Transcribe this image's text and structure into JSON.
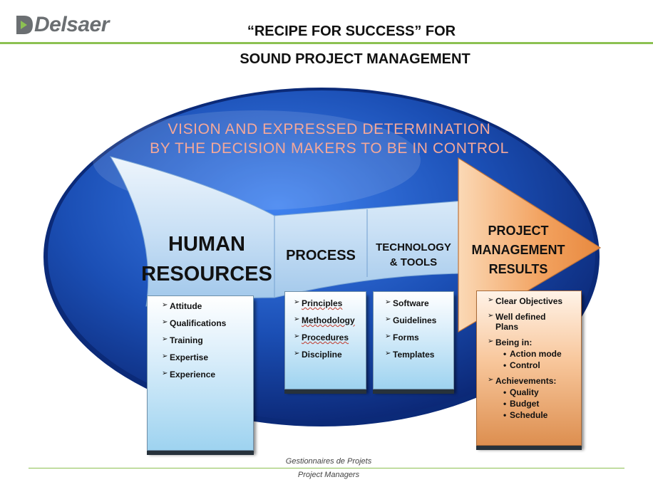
{
  "header": {
    "logo_text": "Delsaer",
    "title_line1": "“RECIPE FOR SUCCESS” FOR",
    "title_line2": "SOUND PROJECT MANAGEMENT"
  },
  "diagram": {
    "vision_line1": "VISION AND EXPRESSED DETERMINATION",
    "vision_line2": "BY THE DECISION MAKERS TO BE IN CONTROL",
    "segments": {
      "human_line1": "HUMAN",
      "human_line2": "RESOURCES",
      "process": "PROCESS",
      "tech_line1": "TECHNOLOGY",
      "tech_line2": "& TOOLS",
      "results_line1": "PROJECT",
      "results_line2": "MANAGEMENT",
      "results_line3": "RESULTS"
    },
    "human_items": [
      "Attitude",
      "Qualifications",
      "Training",
      "Expertise",
      "Experience"
    ],
    "process_items": [
      "Principles",
      "Methodology",
      "Procedures",
      "Discipline"
    ],
    "tech_items": [
      "Software",
      "Guidelines",
      "Forms",
      "Templates"
    ],
    "results": {
      "item1": "Clear Objectives",
      "item2_line1": "Well defined",
      "item2_line2": "Plans",
      "being_in": "Being in:",
      "being_in_items": [
        "Action mode",
        "Control"
      ],
      "achievements": "Achievements:",
      "achievements_items": [
        "Quality",
        "Budget",
        "Schedule"
      ]
    }
  },
  "footer": {
    "line1": "Gestionnaires de Projets",
    "line2": "Project Managers"
  },
  "colors": {
    "accent_green": "#8cc152",
    "ellipse_blue": "#1b4fb5",
    "vision_text": "#f4a89a",
    "results_orange": "#f2a15e"
  }
}
